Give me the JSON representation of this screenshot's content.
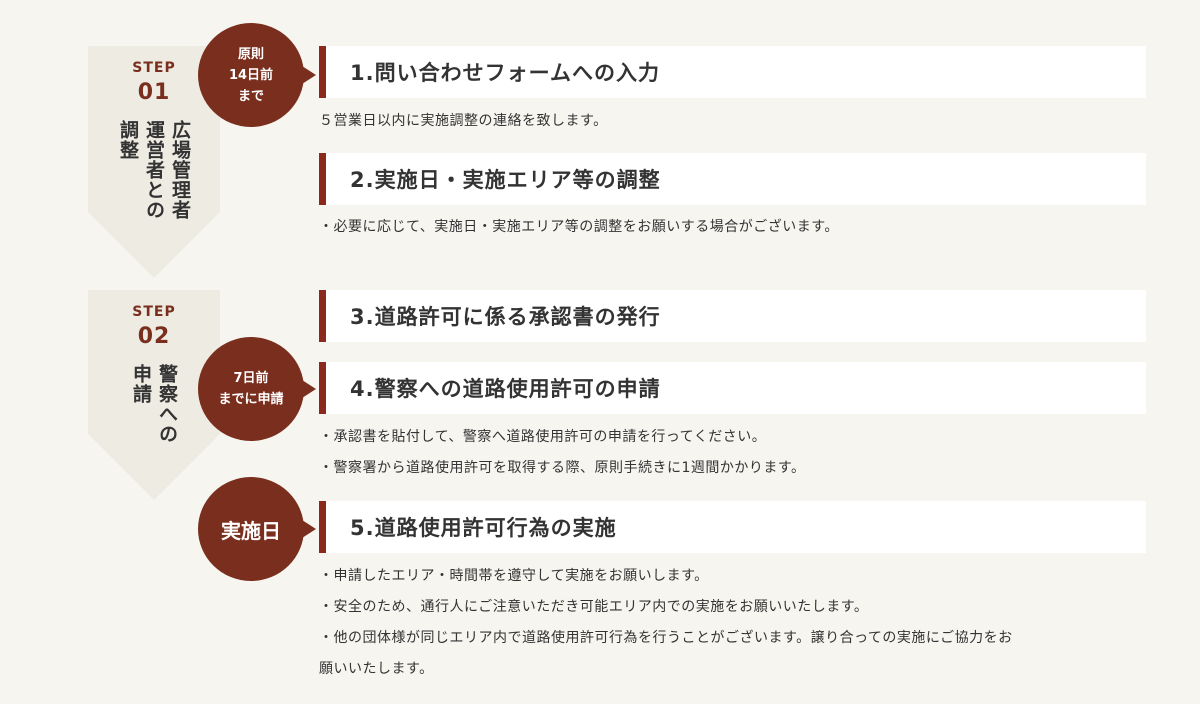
{
  "steps": [
    {
      "label": "STEP",
      "number": "01",
      "text": "広場管理者\n運営者との\n調整"
    },
    {
      "label": "STEP",
      "number": "02",
      "text": "警察への\n申請"
    }
  ],
  "badges": [
    {
      "text": "原則\n14日前\nまで"
    },
    {
      "text": "7日前\nまでに申請"
    },
    {
      "text": "実施日"
    }
  ],
  "items": [
    {
      "title": "1.問い合わせフォームへの入力",
      "notes": [
        "５営業日以内に実施調整の連絡を致します。"
      ]
    },
    {
      "title": "2.実施日・実施エリア等の調整",
      "notes": [
        "・必要に応じて、実施日・実施エリア等の調整をお願いする場合がございます。"
      ]
    },
    {
      "title": "3.道路許可に係る承認書の発行",
      "notes": []
    },
    {
      "title": "4.警察への道路使用許可の申請",
      "notes": [
        "・承認書を貼付して、警察へ道路使用許可の申請を行ってください。",
        "・警察署から道路使用許可を取得する際、原則手続きに1週間かかります。"
      ]
    },
    {
      "title": "5.道路使用許可行為の実施",
      "notes": [
        "・申請したエリア・時間帯を遵守して実施をお願いします。",
        "・安全のため、通行人にご注意いただき可能エリア内での実施をお願いいたします。",
        "・他の団体様が同じエリア内で道路使用許可行為を行うことがございます。譲り合っての実施にご協力をお",
        "願いいたします。"
      ]
    }
  ]
}
